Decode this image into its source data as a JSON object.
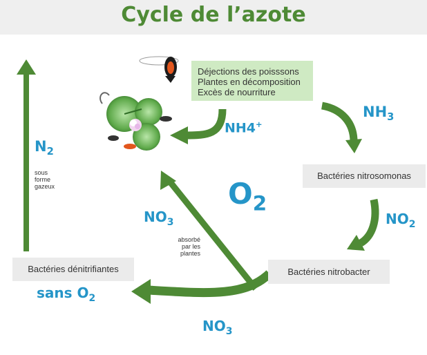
{
  "title": "Cycle de l’azote",
  "colors": {
    "accent_green": "#4e8a35",
    "accent_blue": "#2595c8",
    "box_gray": "#ebebeb",
    "box_green": "#cfeac3"
  },
  "sources_box": {
    "lines": [
      "Déjections des poisssons",
      "Plantes en décomposition",
      "Excès de nourriture"
    ]
  },
  "boxes": {
    "nitrosomonas": "Bactéries nitrosomonas",
    "nitrobacter": "Bactéries nitrobacter",
    "denitrifiantes": "Bactéries dénitrifiantes"
  },
  "labels": {
    "nh4_main": "NH4",
    "nh4_sup": "+",
    "nh3_main": "NH",
    "nh3_sub": "3",
    "no2_main": "NO",
    "no2_sub": "2",
    "o2_main": "O",
    "o2_sub": "2",
    "no3_left_main": "NO",
    "no3_left_sub": "3",
    "no3_bottom_main": "NO",
    "no3_bottom_sub": "3",
    "n2_main": "N",
    "n2_sub": "2",
    "sans_o2_main": "sans O",
    "sans_o2_sub": "2"
  },
  "notes": {
    "n2_gas": [
      "sous",
      "forme",
      "gazeux"
    ],
    "absorbed": [
      "absorbé",
      "par les",
      "plantes"
    ]
  },
  "icons": [
    "koi-fish-icon",
    "lily-pad-icon",
    "lotus-flower-icon"
  ]
}
